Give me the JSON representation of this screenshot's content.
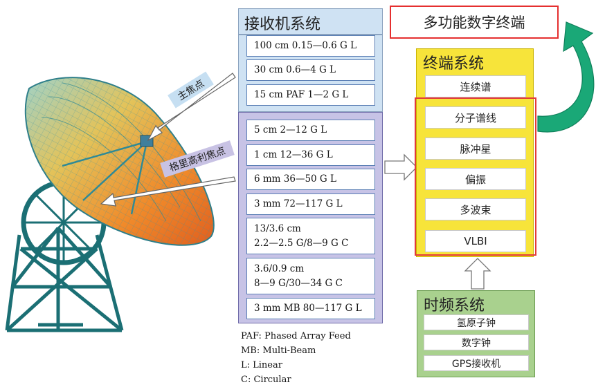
{
  "receiver": {
    "title": "接收机系统",
    "prime_focus_items": [
      "100 cm 0.15—0.6 G L",
      "30 cm 0.6—4 G L",
      "15 cm PAF 1—2 G L"
    ],
    "gregorian_items": [
      {
        "lines": [
          "5 cm 2—12 G L"
        ]
      },
      {
        "lines": [
          "1 cm 12—36 G L"
        ]
      },
      {
        "lines": [
          "6 mm 36—50 G L"
        ]
      },
      {
        "lines": [
          "3 mm 72—117 G L"
        ]
      },
      {
        "lines": [
          "13/3.6 cm",
          "2.2—2.5 G/8—9 G C"
        ]
      },
      {
        "lines": [
          "3.6/0.9 cm",
          "8—9 G/30—34 G C"
        ]
      },
      {
        "lines": [
          "3 mm MB 80—117 G L"
        ]
      }
    ]
  },
  "labels": {
    "prime_focus": "主焦点",
    "gregorian_focus": "格里高利焦点"
  },
  "multi_function_terminal": "多功能数字终端",
  "terminal": {
    "title": "终端系统",
    "items": [
      "连续谱",
      "分子谱线",
      "脉冲星",
      "偏振",
      "多波束",
      "VLBI"
    ]
  },
  "time_frequency": {
    "title": "时频系统",
    "items": [
      "氢原子钟",
      "数字钟",
      "GPS接收机"
    ]
  },
  "legend": [
    "PAF: Phased Array Feed",
    "MB: Multi-Beam",
    "L: Linear",
    "C: Circular"
  ],
  "colors": {
    "receiver_prime_bg": "#cfe2f3",
    "receiver_gregorian_bg": "#c7c3e6",
    "terminal_bg": "#f7e43a",
    "time_frequency_bg": "#a9d18e",
    "highlight_red": "#e23a3a",
    "curved_arrow": "#1aa877"
  }
}
